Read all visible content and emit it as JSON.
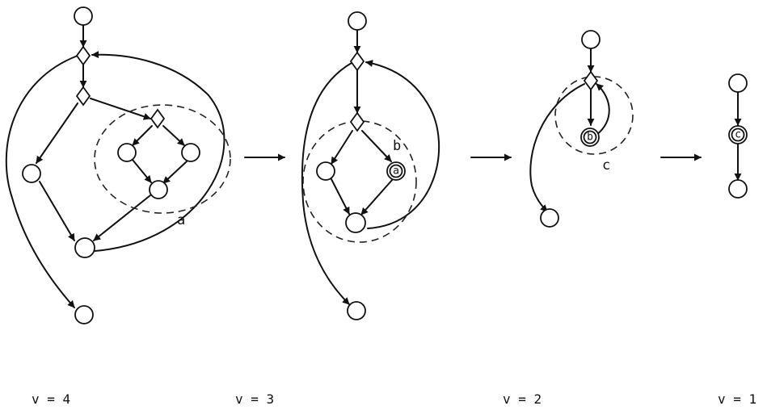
{
  "stages": [
    {
      "caption": "v = 4",
      "region_label": "a"
    },
    {
      "caption": "v = 3",
      "region_label": "b",
      "node_label": "a"
    },
    {
      "caption": "v = 2",
      "region_label": "c",
      "node_label": "b"
    },
    {
      "caption": "v = 1",
      "node_label": "c"
    }
  ],
  "colors": {
    "ink": "#111111",
    "background": "#ffffff"
  }
}
